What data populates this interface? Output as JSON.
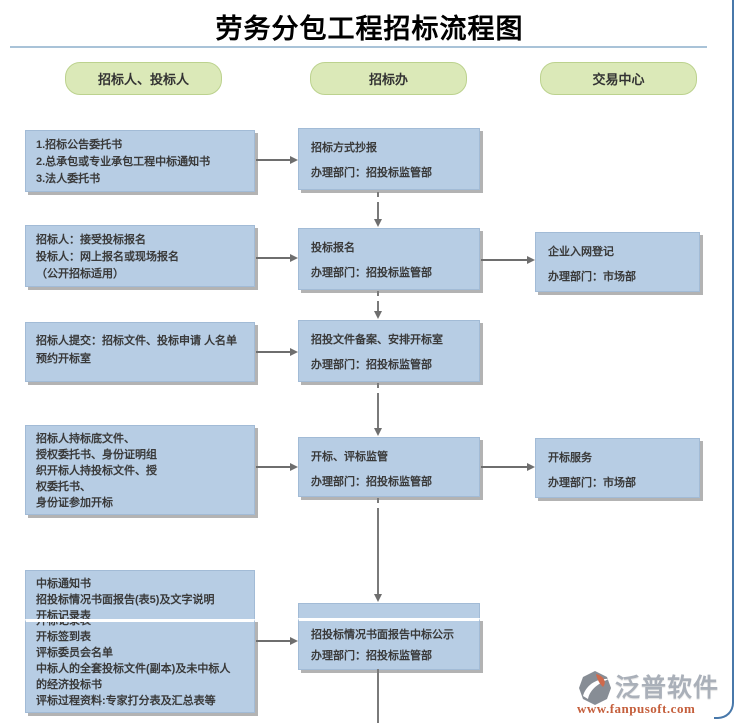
{
  "title": "劳务分包工程招标流程图",
  "headers": {
    "bidders": "招标人、投标人",
    "bid_office": "招标办",
    "trade_center": "交易中心"
  },
  "boxes": {
    "l1": {
      "lines": [
        "1.招标公告委托书",
        "2.总承包或专业承包工程中标通知书",
        "3.法人委托书"
      ]
    },
    "l2": {
      "lines": [
        "招标人：接受投标报名",
        "投标人：网上报名或现场报名",
        "（公开招标适用）"
      ]
    },
    "l3": {
      "lines": [
        "招标人提交：招标文件、投标申请 人名单",
        "预约开标室"
      ]
    },
    "l4": {
      "lines": [
        "招标人持标底文件、",
        "授权委托书、身份证明组",
        "织开标人持投标文件、授",
        "权委托书、",
        "身份证参加开标"
      ]
    },
    "l5a": {
      "lines": [
        "中标通知书",
        "招投标情况书面报告(表5)及文字说明",
        "开标记录表"
      ]
    },
    "l5b": {
      "lines": [
        "开标记录表",
        "开标签到表",
        "评标委员会名单",
        "中标人的全套投标文件(副本)及未中标人",
        "的经济投标书",
        "评标过程资料:专家打分表及汇总表等"
      ]
    },
    "m1": {
      "lines": [
        "招标方式抄报",
        "办理部门：招投标监管部"
      ]
    },
    "m2": {
      "lines": [
        "投标报名",
        "办理部门：招投标监管部"
      ]
    },
    "m3": {
      "lines": [
        "招投文件备案、安排开标室",
        "办理部门：招投标监管部"
      ]
    },
    "m4": {
      "lines": [
        "开标、评标监管",
        "办理部门：招投标监管部"
      ]
    },
    "m5": {
      "lines": [
        "招投标情况书面报告中标公示",
        "办理部门：招投标监管部"
      ]
    },
    "r2": {
      "lines": [
        "企业入网登记",
        "办理部门：市场部"
      ]
    },
    "r4": {
      "lines": [
        "开标服务",
        "办理部门：市场部"
      ]
    }
  },
  "logo": {
    "brand": "泛普软件",
    "url": "www.fanpusoft.com"
  },
  "colors": {
    "box_blue": "#b7cde4",
    "pill_green": "#dbe9b8",
    "frame_blue": "#4878aa",
    "arrow_gray": "#6e6e6e",
    "logo_orange": "#c55f3c",
    "divider_blue": "#a9c3d8"
  }
}
